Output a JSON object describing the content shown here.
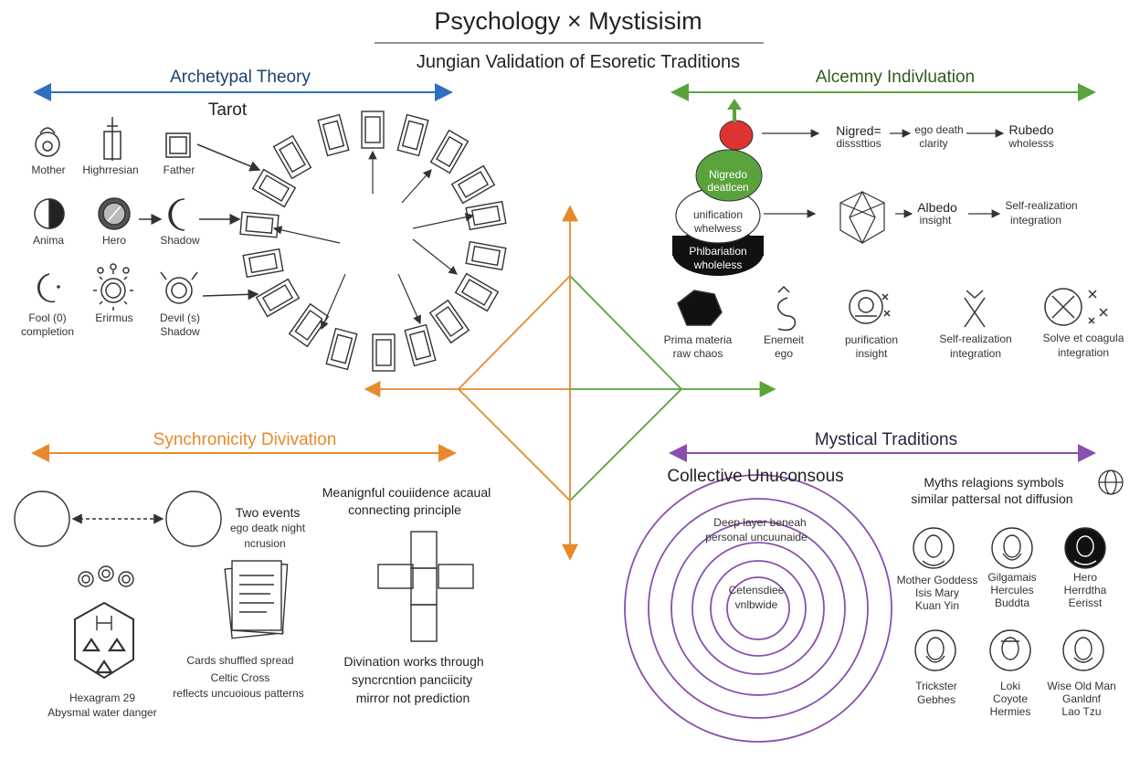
{
  "header": {
    "title": "Psychology × Mystisisim",
    "subtitle": "Jungian Validation of Esoretic Traditions"
  },
  "colors": {
    "blue": "#2e6fc0",
    "green": "#5aa33c",
    "orange": "#e8892e",
    "purple": "#8a4fae",
    "dark": "#222222"
  },
  "archetypal": {
    "heading": "Archetypal Theory",
    "tarot_label": "Tarot",
    "items": [
      {
        "label": "Mother",
        "icon": "mother-symbol-icon"
      },
      {
        "label": "Highrresian",
        "icon": "sword-icon"
      },
      {
        "label": "Father",
        "icon": "square-icon"
      },
      {
        "label": "Anima",
        "icon": "half-moon-icon"
      },
      {
        "label": "Hero",
        "icon": "mirror-orb-icon"
      },
      {
        "label": "Shadow",
        "icon": "crescent-icon"
      },
      {
        "label": "Fool (0)",
        "label2": "completion",
        "icon": "moon-star-icon"
      },
      {
        "label": "Erirmus",
        "icon": "sun-icon"
      },
      {
        "label": "Devil (s)",
        "label2": "Shadow",
        "icon": "devil-icon"
      }
    ]
  },
  "alchemy": {
    "heading": "Alcemny Indivluation",
    "stack": [
      {
        "line1": "Nigredo",
        "line2": "deatlcen"
      },
      {
        "line1": "unification",
        "line2": "whelwess"
      },
      {
        "line1": "Phlbariation",
        "line2": "wholeless"
      }
    ],
    "flow1": [
      {
        "l1": "Nigred=",
        "l2": "disssttios"
      },
      {
        "l1": "ego death",
        "l2": "clarity"
      },
      {
        "l1": "Rubedo",
        "l2": "wholesss"
      }
    ],
    "flow2": [
      {
        "l1": "Albedo",
        "l2": "insight"
      },
      {
        "l1": "Self-realization",
        "l2": "integration"
      }
    ],
    "symbols": [
      {
        "l1": "Prima materia",
        "l2": "raw chaos",
        "icon": "black-stone-icon"
      },
      {
        "l1": "Enemeit",
        "l2": "ego",
        "icon": "sulfur-icon"
      },
      {
        "l1": "purification",
        "l2": "insight",
        "icon": "purification-icon"
      },
      {
        "l1": "Self-realization",
        "l2": "integration",
        "icon": "x-glyph-icon"
      },
      {
        "l1": "Solve et coagula",
        "l2": "integration",
        "icon": "circle-x-icon"
      }
    ]
  },
  "synchronicity": {
    "heading": "Synchronicity Divivation",
    "two_events": {
      "l1": "Two events",
      "l2": "ego deatk night",
      "l3": "ncrusion"
    },
    "meaningful": {
      "l1": "Meanignful couiidence acaual",
      "l2": "connecting principle"
    },
    "hexagram": {
      "l1": "Hexagram 29",
      "l2": "Abysmal water danger"
    },
    "cards": {
      "l1": "Cards shuffled spread",
      "l2": "Celtic Cross",
      "l3": "reflects uncuoious patterns"
    },
    "divination": {
      "l1": "Divination works through",
      "l2": "syncrcntion panciicity",
      "l3": "mirror not prediction"
    }
  },
  "mystical": {
    "heading": "Mystical Traditions",
    "collective": "Collective Unuconsous",
    "myths": {
      "l1": "Myths relagions symbols",
      "l2": "similar pattersal not diffusion"
    },
    "deep": {
      "l1": "Deep layer beneah",
      "l2": "personal uncuunaide"
    },
    "center": {
      "l1": "Cetensdiee",
      "l2": "vnlbwide"
    },
    "figures": [
      {
        "l1": "Mother Goddess",
        "l2": "Isis  Mary",
        "l3": "Kuan Yin"
      },
      {
        "l1": "Gilgamais",
        "l2": "Hercules",
        "l3": "Buddta"
      },
      {
        "l1": "Hero",
        "l2": "Herrdtha",
        "l3": "Eerisst"
      },
      {
        "l1": "Trickster",
        "l2": "Gebhes",
        "l3": ""
      },
      {
        "l1": "Loki",
        "l2": "Coyote",
        "l3": "Hermies"
      },
      {
        "l1": "Wise Old Man",
        "l2": "Ganldnf",
        "l3": "Lao Tzu"
      }
    ]
  }
}
